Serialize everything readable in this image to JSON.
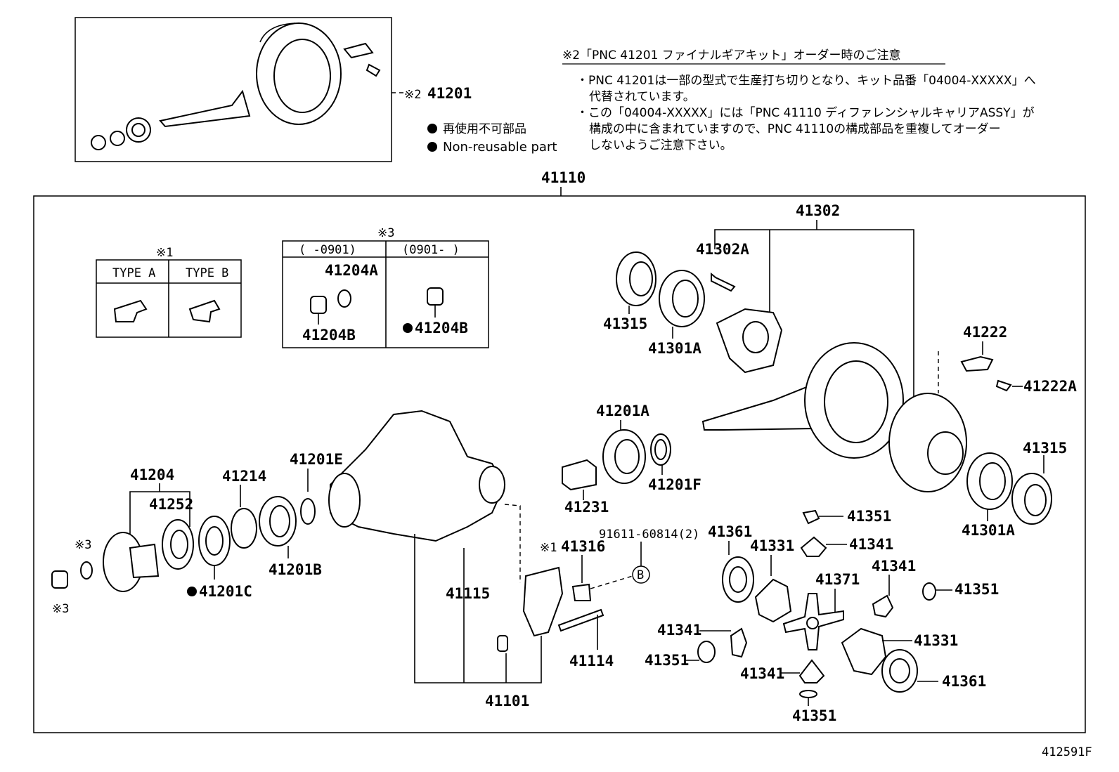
{
  "kit_box": {
    "label": "41201",
    "ref_mark": "※2"
  },
  "legend": {
    "jp": "再使用不可部品",
    "en": "Non-reusable part"
  },
  "notice": {
    "title": "※2「PNC 41201 ファイナルギアキット」オーダー時のご注意",
    "lines": [
      "・PNC 41201は一部の型式で生産打ち切りとなり、キット品番「04004-XXXXX」へ",
      "代替されています。",
      "・この「04004-XXXXX」には「PNC 41110 ディファレンシャルキャリアASSY」が",
      "構成の中に含まれていますので、PNC 41110の構成部品を重複してオーダー",
      "しないようご注意下さい。"
    ]
  },
  "assembly_label": "41110",
  "type_table": {
    "ref_mark": "※1",
    "col_a": "TYPE A",
    "col_b": "TYPE B"
  },
  "nut_table": {
    "ref_mark": "※3",
    "col_1": "(     -0901)",
    "col_2": "(0901-     )",
    "label_a": "41204A",
    "label_b": "41204B",
    "label_b2": "41204B"
  },
  "labels": {
    "p41302": "41302",
    "p41302A": "41302A",
    "p41315_top": "41315",
    "p41301A_top": "41301A",
    "p41222": "41222",
    "p41222A": "41222A",
    "p41315_right": "41315",
    "p41301A_right": "41301A",
    "p41201A": "41201A",
    "p41201F": "41201F",
    "p41231": "41231",
    "p41204": "41204",
    "p41252": "41252",
    "p41214": "41214",
    "p41201E": "41201E",
    "p41201B": "41201B",
    "p41201C": "41201C",
    "p41115": "41115",
    "p41316": "41316",
    "p41316_mark": "※1",
    "p91611": "91611-60814(2)",
    "b_ref": "B",
    "p41114": "41114",
    "p41101": "41101",
    "p41351_a": "41351",
    "p41341_a": "41341",
    "p41361_a": "41361",
    "p41331_a": "41331",
    "p41371": "41371",
    "p41341_b": "41341",
    "p41351_b": "41351",
    "p41341_c": "41341",
    "p41351_c": "41351",
    "p41331_b": "41331",
    "p41341_d": "41341",
    "p41361_b": "41361",
    "p41351_d": "41351",
    "ref3_top": "※3",
    "ref3_bottom": "※3"
  },
  "figure_id": "412591F"
}
